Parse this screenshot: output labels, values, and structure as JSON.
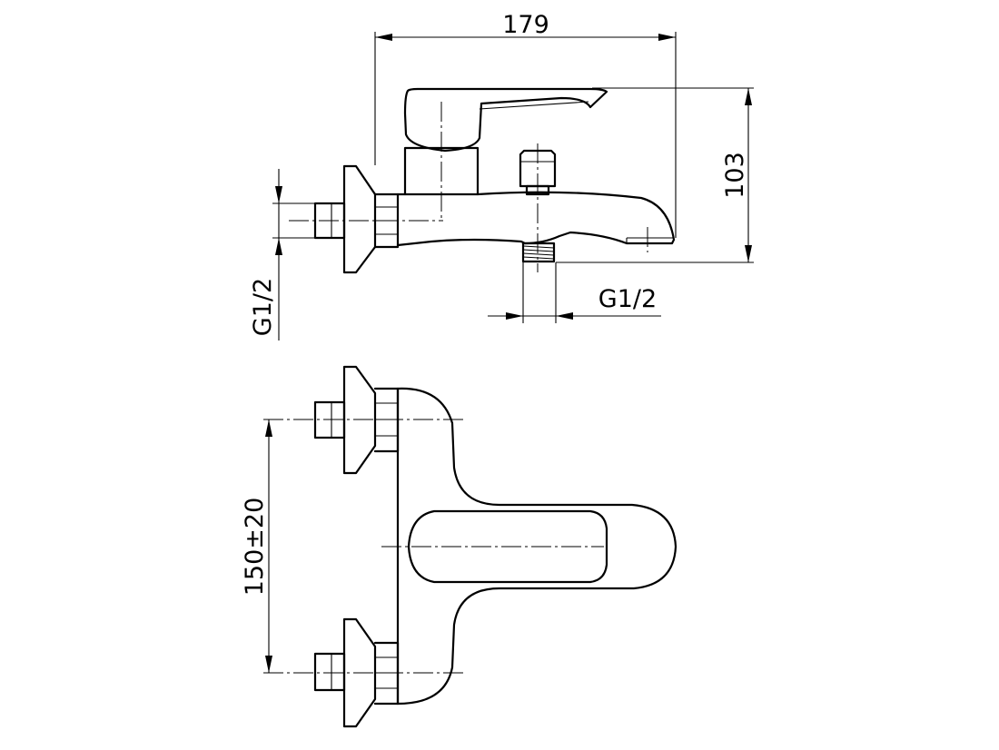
{
  "dimensions": {
    "width": "179",
    "height": "103",
    "inlet_thread": "G1/2",
    "outlet_thread": "G1/2",
    "center_distance": "150±20"
  }
}
